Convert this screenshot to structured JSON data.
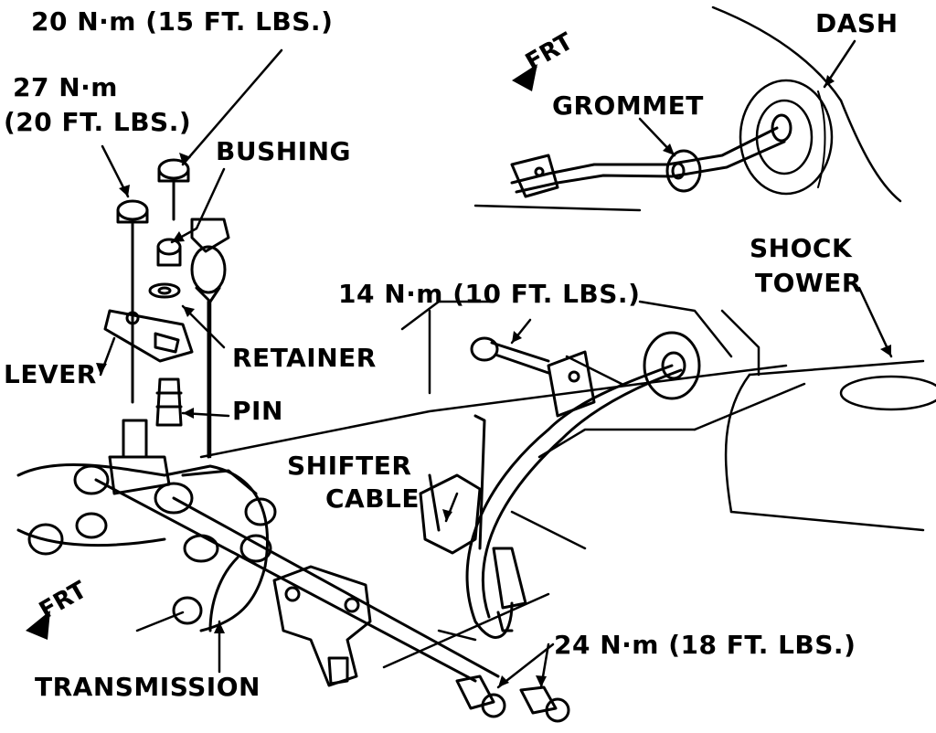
{
  "labels": {
    "torque_20": "20 N·m (15 FT. LBS.)",
    "torque_27_a": "27 N·m",
    "torque_27_b": "(20 FT. LBS.)",
    "bushing": "BUSHING",
    "lever": "LEVER",
    "retainer": "RETAINER",
    "pin": "PIN",
    "transmission": "TRANSMISSION",
    "shifter_a": "SHIFTER",
    "shifter_b": "CABLE",
    "torque_14": "14 N·m (10 FT. LBS.)",
    "shock_a": "SHOCK",
    "shock_b": "TOWER",
    "dash": "DASH",
    "grommet": "GROMMET",
    "torque_24": "24 N·m (18 FT. LBS.)",
    "frt_top": "FRT",
    "frt_bottom": "FRT"
  },
  "colors": {
    "ink": "#000000",
    "paper": "#ffffff"
  }
}
